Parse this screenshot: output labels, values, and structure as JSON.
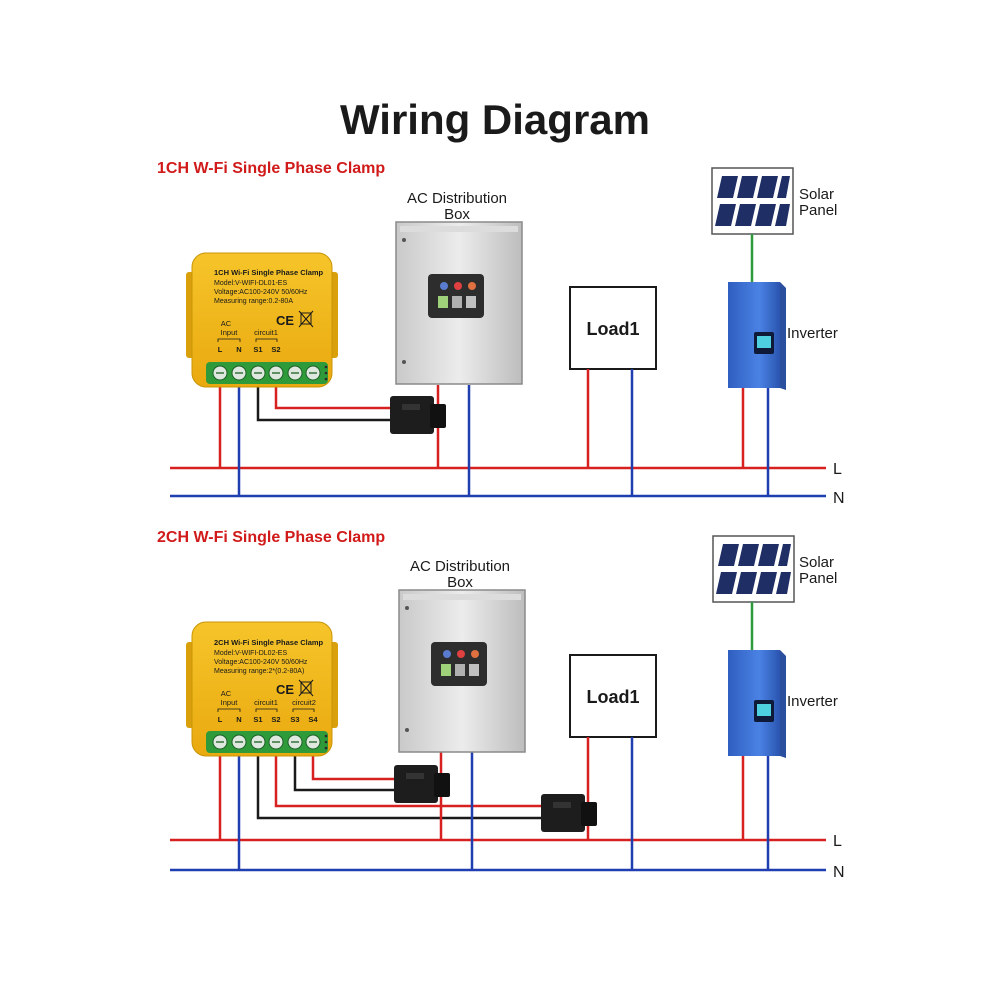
{
  "title": "Wiring Diagram",
  "colors": {
    "live": "#d72020",
    "neutral": "#1f3fb0",
    "device": "#f2b818",
    "terminal": "#2e9a3a",
    "inverter": "#3f74d8",
    "ground": "#2e9a3a"
  },
  "sections": [
    {
      "heading": "1CH W-Fi Single Phase Clamp",
      "device": {
        "name": "1CH Wi-Fi Single Phase Clamp",
        "model": "Model:V-WIFI-DL01-ES",
        "voltage": "Voltage:AC100-240V 50/60Hz",
        "range": "Measuring range:0.2-80A",
        "cert": "CE",
        "ac_label": "AC",
        "input_label": "Input",
        "circuit1_label": "circuit1",
        "terminals": [
          "L",
          "N",
          "S1",
          "S2"
        ]
      },
      "box_label_1": "AC Distribution",
      "box_label_2": "Box",
      "load_label": "Load1",
      "solar_label_1": "Solar",
      "solar_label_2": "Panel",
      "inverter_label": "Inverter",
      "line_l": "L",
      "line_n": "N"
    },
    {
      "heading": "2CH W-Fi Single Phase Clamp",
      "device": {
        "name": "2CH Wi-Fi Single Phase Clamp",
        "model": "Model:V-WIFI-DL02-ES",
        "voltage": "Voltage:AC100-240V 50/60Hz",
        "range": "Measuring range:2*(0.2-80A)",
        "cert": "CE",
        "ac_label": "AC",
        "input_label": "Input",
        "circuit1_label": "circuit1",
        "circuit2_label": "circuit2",
        "terminals": [
          "L",
          "N",
          "S1",
          "S2",
          "S3",
          "S4"
        ]
      },
      "box_label_1": "AC Distribution",
      "box_label_2": "Box",
      "load_label": "Load1",
      "solar_label_1": "Solar",
      "solar_label_2": "Panel",
      "inverter_label": "Inverter",
      "line_l": "L",
      "line_n": "N"
    }
  ]
}
